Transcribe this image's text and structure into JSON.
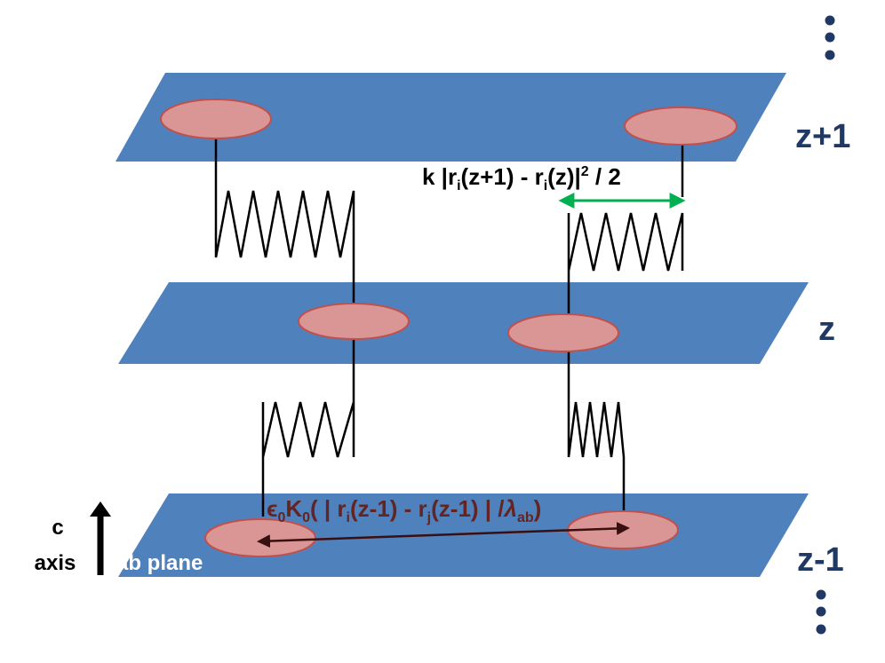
{
  "colors": {
    "plane": "#4f81bd",
    "vortex_fill": "#d99694",
    "vortex_stroke": "#c0504d",
    "label_navy": "#1f3864",
    "energy_inplane": "#632523",
    "arrow_green": "#00b050",
    "text_white": "#ffffff",
    "text_black": "#000000"
  },
  "layers": {
    "top": "z+1",
    "middle": "z",
    "bottom": "z-1"
  },
  "coupling_label": {
    "k": "k |r",
    "sub_i": "i",
    "mid": "(z+1) - r",
    "sub_i2": "i",
    "end": "(z)|",
    "sup": "2",
    "tail": " / 2"
  },
  "inplane_label": {
    "eps": "ϵ",
    "sub0a": "0",
    "K": "K",
    "sub0b": "0",
    "open": "( | r",
    "sub_i": "i",
    "mid": "(z-1) - r",
    "sub_j": "j",
    "end": "(z-1) | /",
    "lambda": "λ",
    "sub_ab": "ab",
    "close": ")"
  },
  "axis": {
    "c": "c",
    "axis": "axis",
    "plane": "ab plane"
  },
  "icons": [
    "vertical-ellipsis-icon",
    "spring-icon",
    "double-arrow-icon",
    "up-arrow-icon"
  ]
}
